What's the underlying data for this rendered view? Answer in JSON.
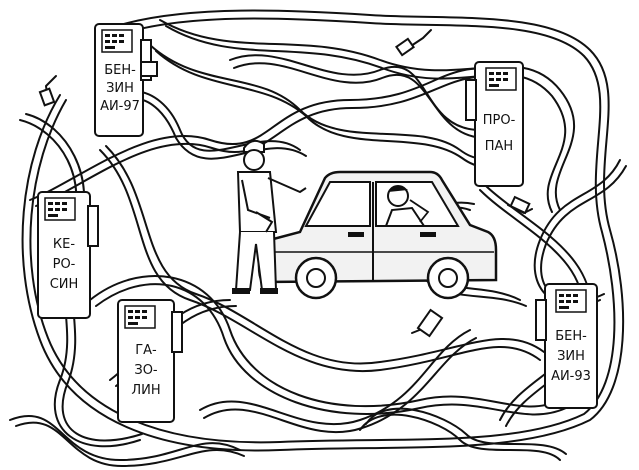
{
  "pumps": [
    {
      "id": "ai97",
      "lines": [
        "БЕН-",
        "ЗИН",
        "АИ-97"
      ]
    },
    {
      "id": "propan",
      "lines": [
        "ПРО-",
        "ПАН"
      ]
    },
    {
      "id": "kerosin",
      "lines": [
        "КЕ-",
        "РО-",
        "СИН"
      ]
    },
    {
      "id": "gazolin",
      "lines": [
        "ГА-",
        "ЗО-",
        "ЛИН"
      ]
    },
    {
      "id": "ai93",
      "lines": [
        "БЕН-",
        "ЗИН",
        "АИ-93"
      ]
    }
  ]
}
